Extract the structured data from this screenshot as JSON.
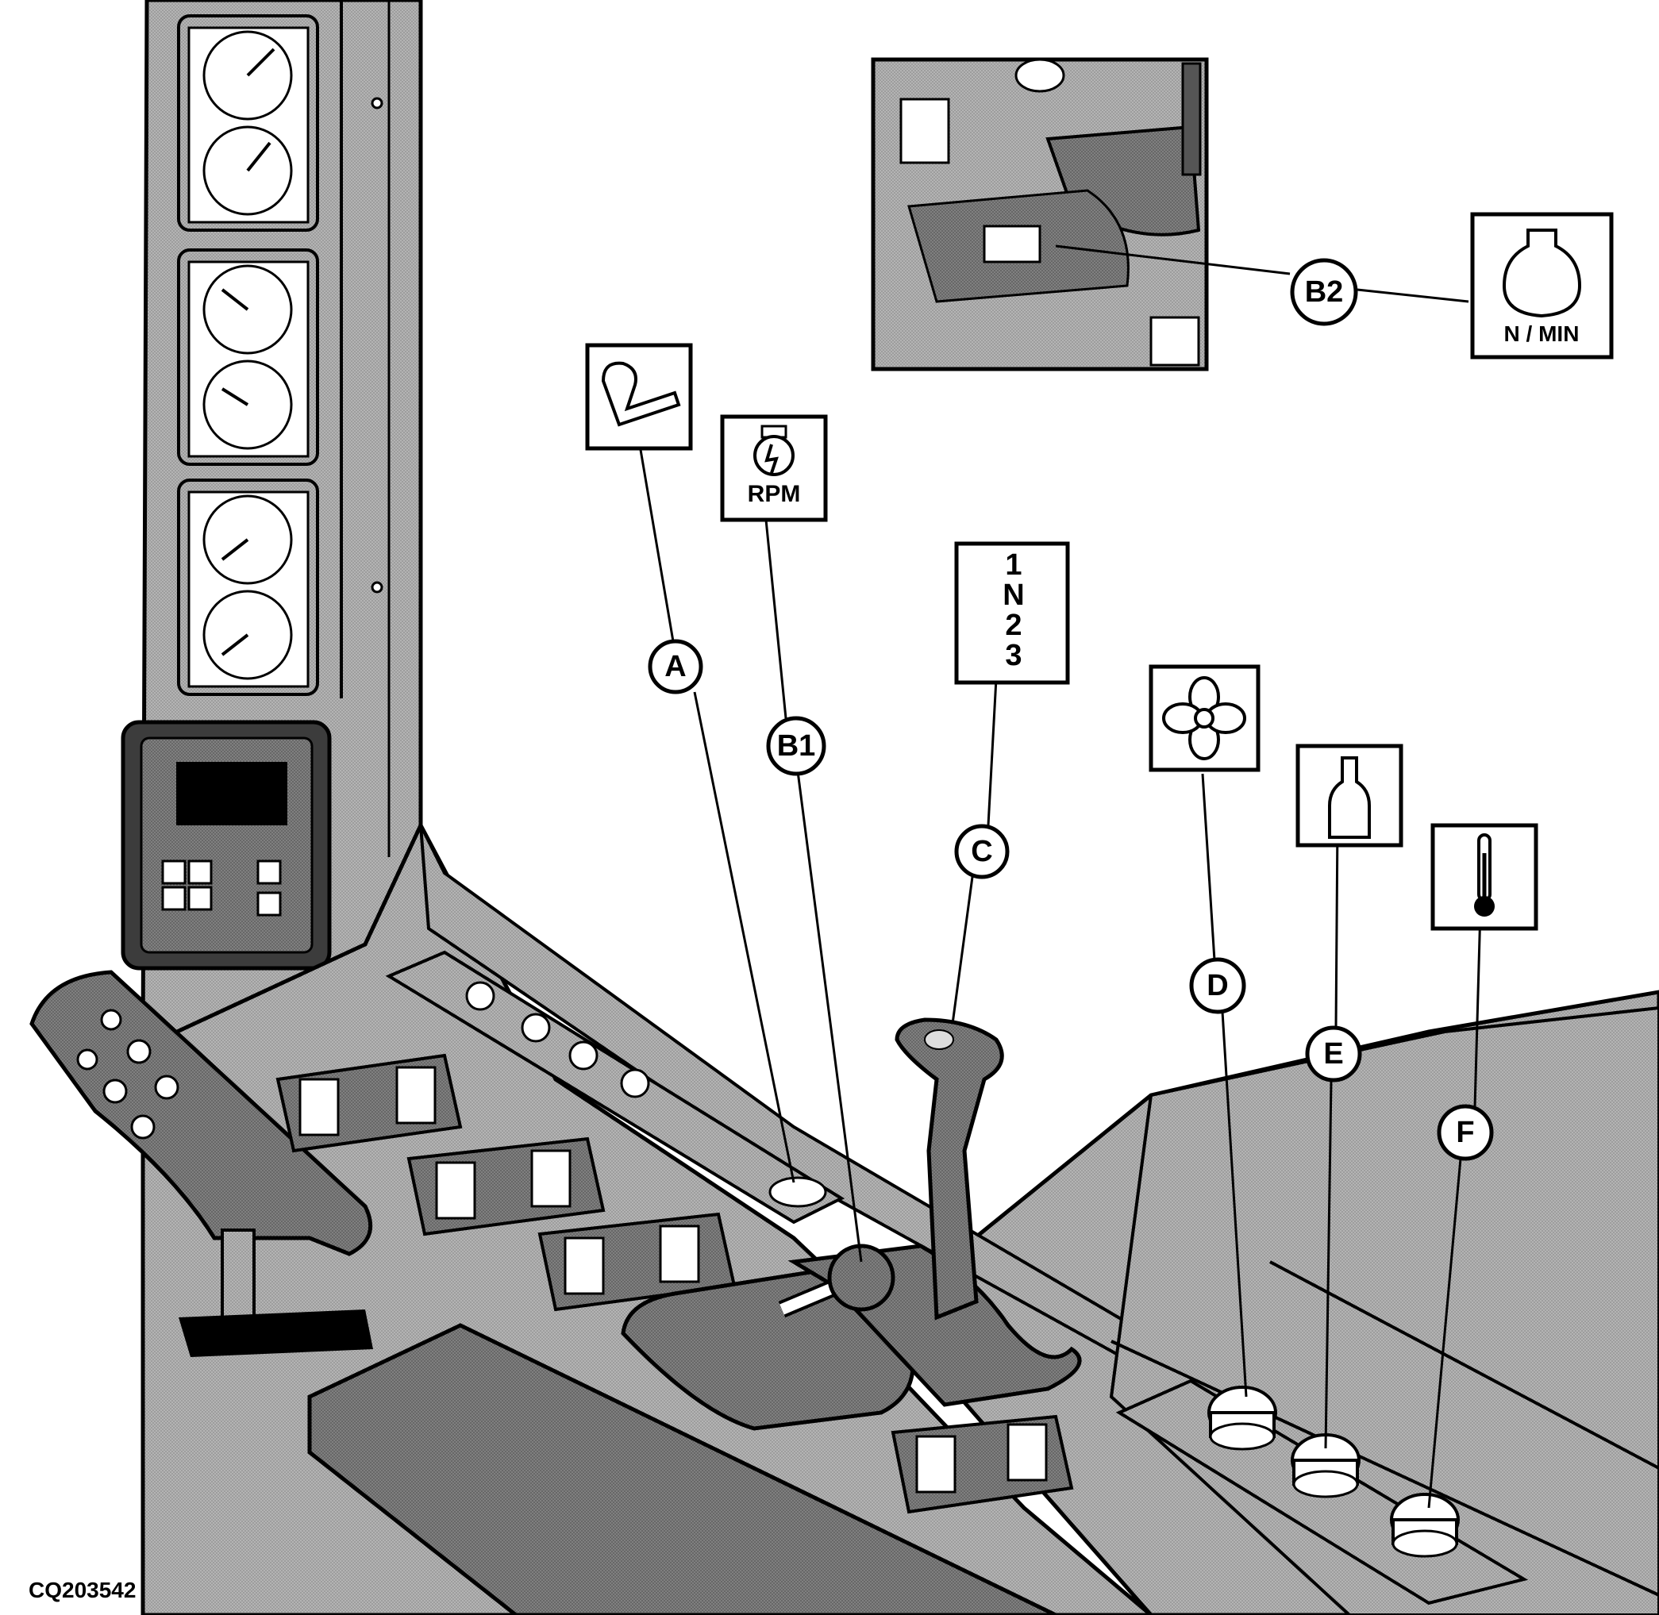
{
  "figure_id": "CQ203542",
  "callouts": {
    "A": "A",
    "B1": "B1",
    "B2": "B2",
    "C": "C",
    "D": "D",
    "E": "E",
    "F": "F"
  },
  "symbol_labels": {
    "b1_rpm": "RPM",
    "b2_unit": "N / MIN",
    "gears": [
      "1",
      "N",
      "2",
      "3"
    ]
  },
  "icons": {
    "A": "seat-belt-icon",
    "B1": "engine-speed-icon",
    "B2": "engine-speed-icon",
    "C": "gear-selector-icon",
    "D": "fan-icon",
    "E": "bottle-icon",
    "F": "thermometer-icon"
  },
  "colors": {
    "panel_gray": "#a9a9a9",
    "dark_gray": "#6e6e6e",
    "outline": "#000000",
    "background": "#ffffff"
  }
}
